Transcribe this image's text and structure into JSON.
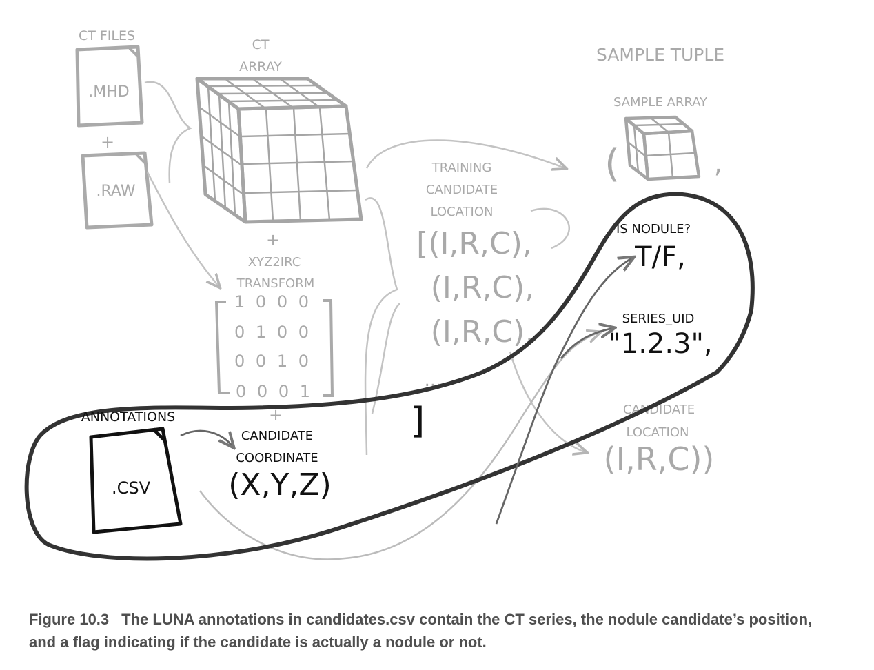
{
  "labels": {
    "ct_files": "CT FILES",
    "mhd": ".MHD",
    "plus": "+",
    "raw": ".RAW",
    "ct_array_1": "CT",
    "ct_array_2": "ARRAY",
    "xyz2irc_1": "XYZ2IRC",
    "xyz2irc_2": "TRANSFORM",
    "matrix_rows": [
      "1 0 0 0",
      "0 1 0 0",
      "0 0 1 0",
      "0 0 0 1"
    ],
    "training_1": "TRAINING",
    "training_2": "CANDIDATE",
    "training_3": "LOCATION",
    "irc_list_1": "[(I,R,C),",
    "irc_list_2": "(I,R,C),",
    "irc_list_3": "(I,R,C),",
    "irc_dots": "...",
    "close_bracket": "]",
    "sample_tuple": "SAMPLE TUPLE",
    "sample_array": "SAMPLE ARRAY",
    "open_paren": "(",
    "comma": ",",
    "is_nodule": "IS NODULE?",
    "tf": "T/F,",
    "series_uid": "SERIES_UID",
    "series_value": "\"1.2.3\",",
    "cand_loc_1": "CANDIDATE",
    "cand_loc_2": "LOCATION",
    "cand_loc_value": "(I,R,C))",
    "annotations": "ANNOTATIONS",
    "csv": ".CSV",
    "cand_coord_1": "CANDIDATE",
    "cand_coord_2": "COORDINATE",
    "xyz": "(X,Y,Z)"
  },
  "caption": {
    "number": "Figure 10.3",
    "text": "The LUNA annotations in candidates.csv contain the CT series, the nodule candidate’s position, and a flag indicating if the candidate is actually a nodule or not."
  },
  "colors": {
    "faint": "#a9a9a9",
    "dark": "#111111",
    "caption": "#4f4f4f"
  }
}
